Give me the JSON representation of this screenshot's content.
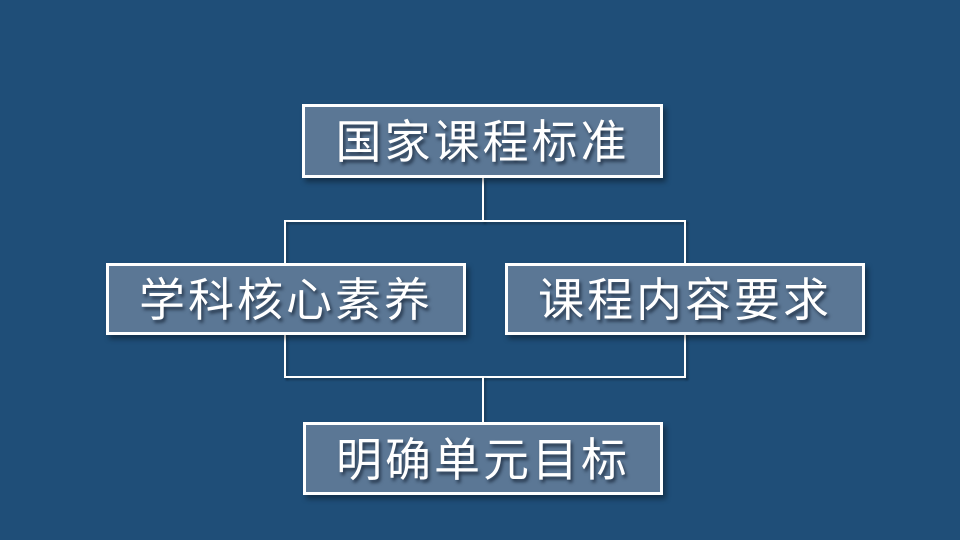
{
  "slide": {
    "background_color": "#1F4E78",
    "diagram": {
      "type": "flowchart",
      "box_fill_color": "#5B7795",
      "box_border_color": "#FFFFFF",
      "connector_color": "#FFFFFF",
      "text_color": "#FFFFFF",
      "nodes": [
        {
          "id": "top",
          "label": "国家课程标准"
        },
        {
          "id": "left",
          "label": "学科核心素养"
        },
        {
          "id": "right",
          "label": "课程内容要求"
        },
        {
          "id": "bottom",
          "label": "明确单元目标"
        }
      ],
      "edges": [
        {
          "from": "top",
          "to": "left"
        },
        {
          "from": "top",
          "to": "right"
        },
        {
          "from": "left",
          "to": "bottom"
        },
        {
          "from": "right",
          "to": "bottom"
        }
      ]
    }
  }
}
